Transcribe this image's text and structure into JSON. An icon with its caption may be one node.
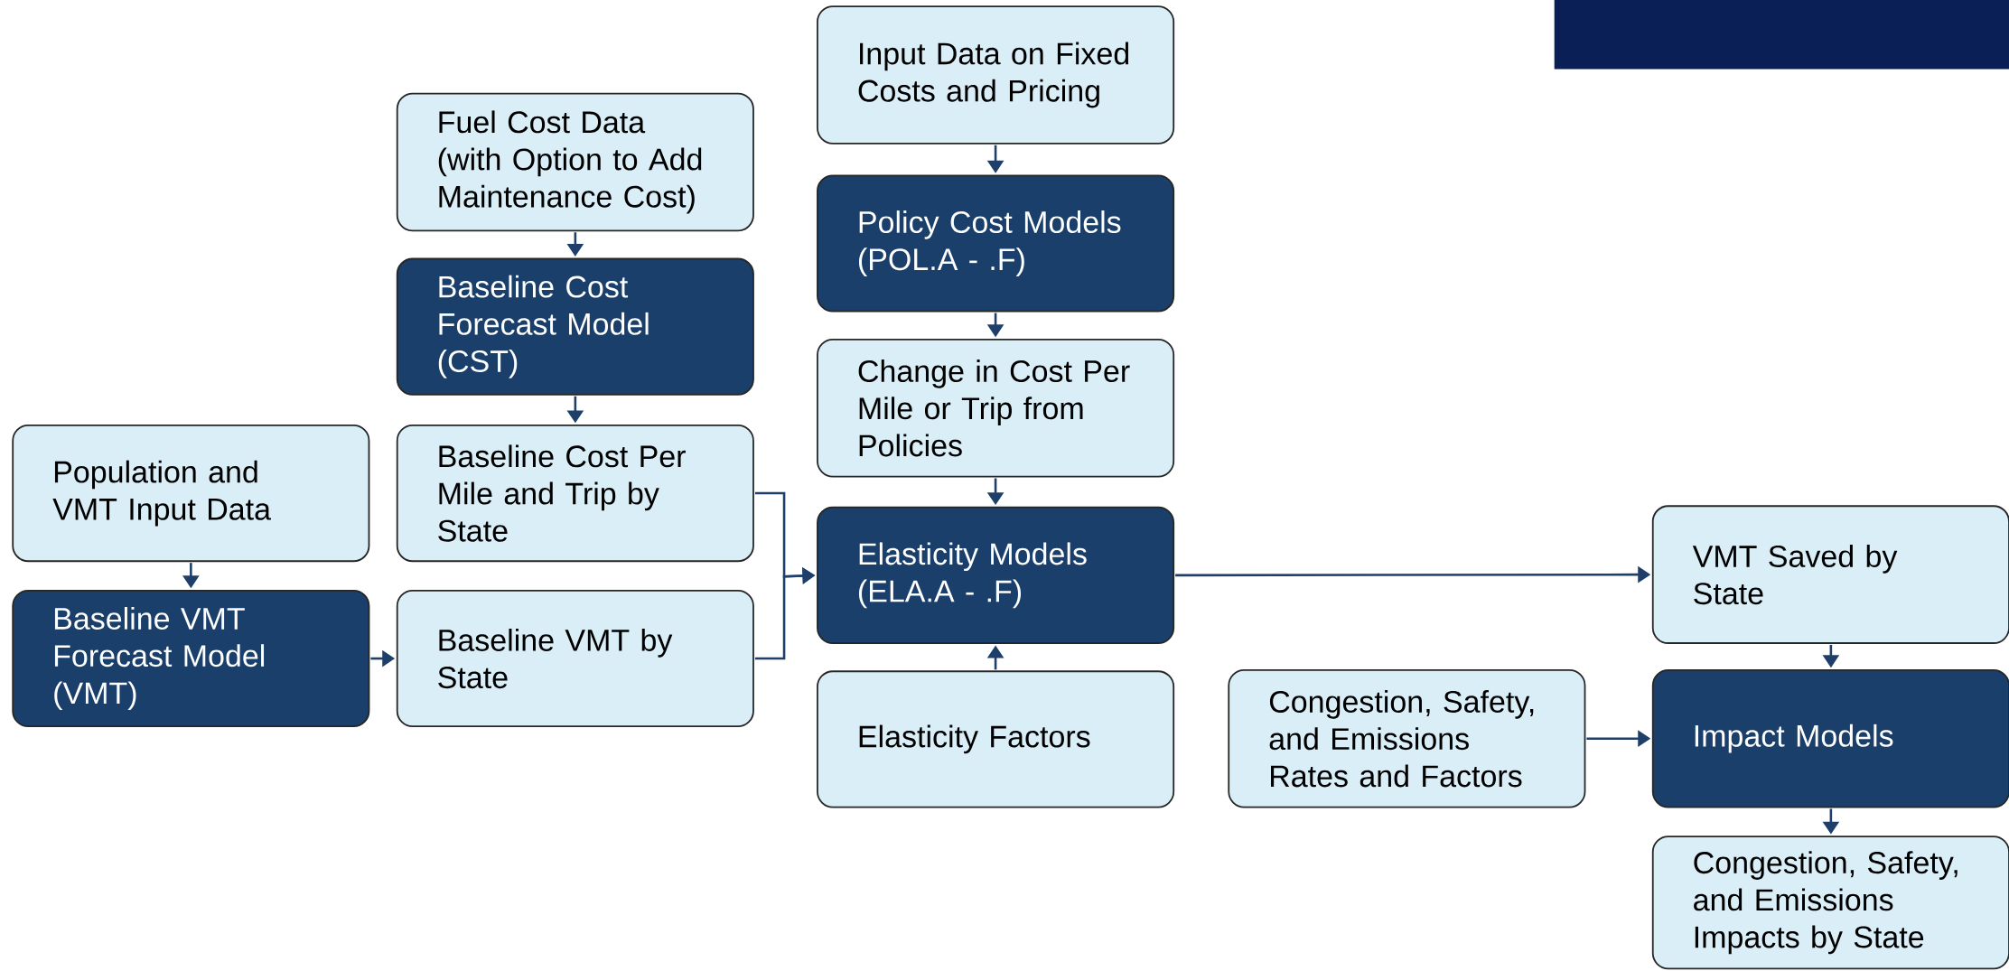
{
  "diagram": {
    "nodes": [
      {
        "text": [
          "Input Data on Fixed Costs and Pricing"
        ]
      },
      {
        "text": [
          "Fuel Cost Data (with Option to Add Maintenance Cost)"
        ]
      },
      {
        "text": [
          "Policy Cost Models (POL.A - .F)"
        ]
      },
      {
        "text": [
          "Baseline Cost Forecast Model (CST)"
        ]
      },
      {
        "text": [
          "Change in Cost Per Mile or Trip from Policies"
        ]
      },
      {
        "text": [
          "Population and VMT Input Data"
        ]
      },
      {
        "text": [
          "Baseline Cost Per Mile and Trip by State"
        ]
      },
      {
        "text": [
          "Elasticity Models (ELA.A - .F)"
        ]
      },
      {
        "text": [
          "VMT Saved by State"
        ]
      },
      {
        "text": [
          "Baseline VMT Forecast Model (VMT)"
        ]
      },
      {
        "text": [
          "Baseline VMT by State"
        ]
      },
      {
        "text": [
          "Elasticity Factors"
        ]
      },
      {
        "text": [
          "Congestion, Safety, and Emissions Rates and Factors"
        ]
      },
      {
        "text": [
          "Impact Models"
        ]
      },
      {
        "text": [
          "Congestion, Safety, and Emissions Impacts by State"
        ]
      }
    ],
    "edges": [
      {
        "from": 0,
        "to": 2,
        "arrow": "to"
      },
      {
        "from": 1,
        "to": 3,
        "arrow": "to"
      },
      {
        "from": 2,
        "to": 4,
        "arrow": "to"
      },
      {
        "from": 3,
        "to": 6,
        "arrow": "to"
      },
      {
        "from": 4,
        "to": 7,
        "arrow": "to"
      },
      {
        "from": 5,
        "to": 9,
        "arrow": "to"
      },
      {
        "from": 9,
        "to": 10,
        "arrow": "to"
      },
      {
        "from": 6,
        "to": 7,
        "arrow": "to"
      },
      {
        "from": 10,
        "to": 7,
        "arrow": "to"
      },
      {
        "from": 11,
        "to": 7,
        "arrow": "to"
      },
      {
        "from": 7,
        "to": 8,
        "arrow": "to"
      },
      {
        "from": 12,
        "to": 13,
        "arrow": "to"
      },
      {
        "from": 8,
        "to": 13,
        "arrow": "to"
      },
      {
        "from": 13,
        "to": 14,
        "arrow": "to"
      }
    ]
  }
}
